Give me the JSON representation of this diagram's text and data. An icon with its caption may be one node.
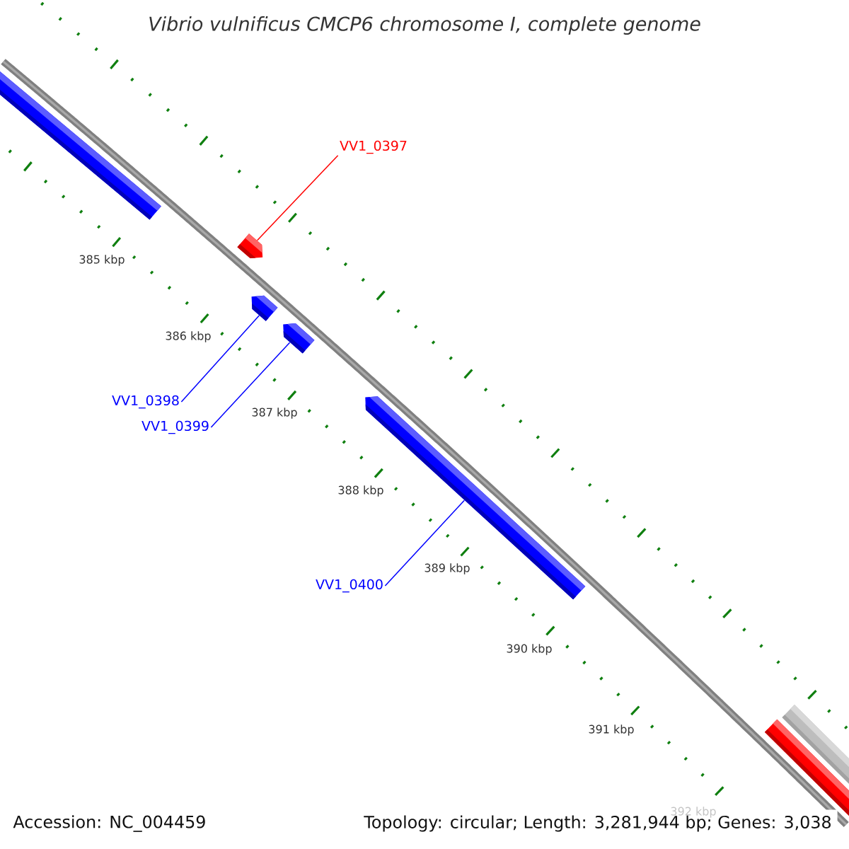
{
  "diagram": {
    "title": "Vibrio vulnificus CMCP6 chromosome I, complete genome",
    "nodes": [
      {
        "text": [],
        "shape": "bar"
      },
      {
        "text": [
          "VV1_0397"
        ]
      },
      {
        "text": [],
        "shape": "pentagon"
      },
      {
        "text": [],
        "shape": "pentagon"
      },
      {
        "text": [],
        "shape": "pentagon"
      },
      {
        "text": [],
        "shape": "pentagon"
      },
      {
        "text": [
          "VV1_0398"
        ]
      },
      {
        "text": [
          "VV1_0399"
        ]
      },
      {
        "text": [
          "VV1_0400"
        ]
      },
      {
        "text": [],
        "shape": "bar"
      },
      {
        "text": [],
        "shape": "bar"
      }
    ],
    "edges": [
      {
        "from": 1,
        "to": 2,
        "arrow": "none",
        "color": "#ff0000"
      },
      {
        "from": 6,
        "to": 3,
        "arrow": "none"
      },
      {
        "from": 7,
        "to": 4,
        "arrow": "none"
      },
      {
        "from": 8,
        "to": 5,
        "arrow": "none"
      }
    ],
    "labels": [
      "385 kbp",
      "386 kbp",
      "387 kbp",
      "388 kbp",
      "389 kbp",
      "390 kbp",
      "391 kbp",
      "392 kbp",
      "Accession: NC_004459",
      "Topology: circular; Length: 3,281,944 bp; Genes: 3,038"
    ]
  }
}
